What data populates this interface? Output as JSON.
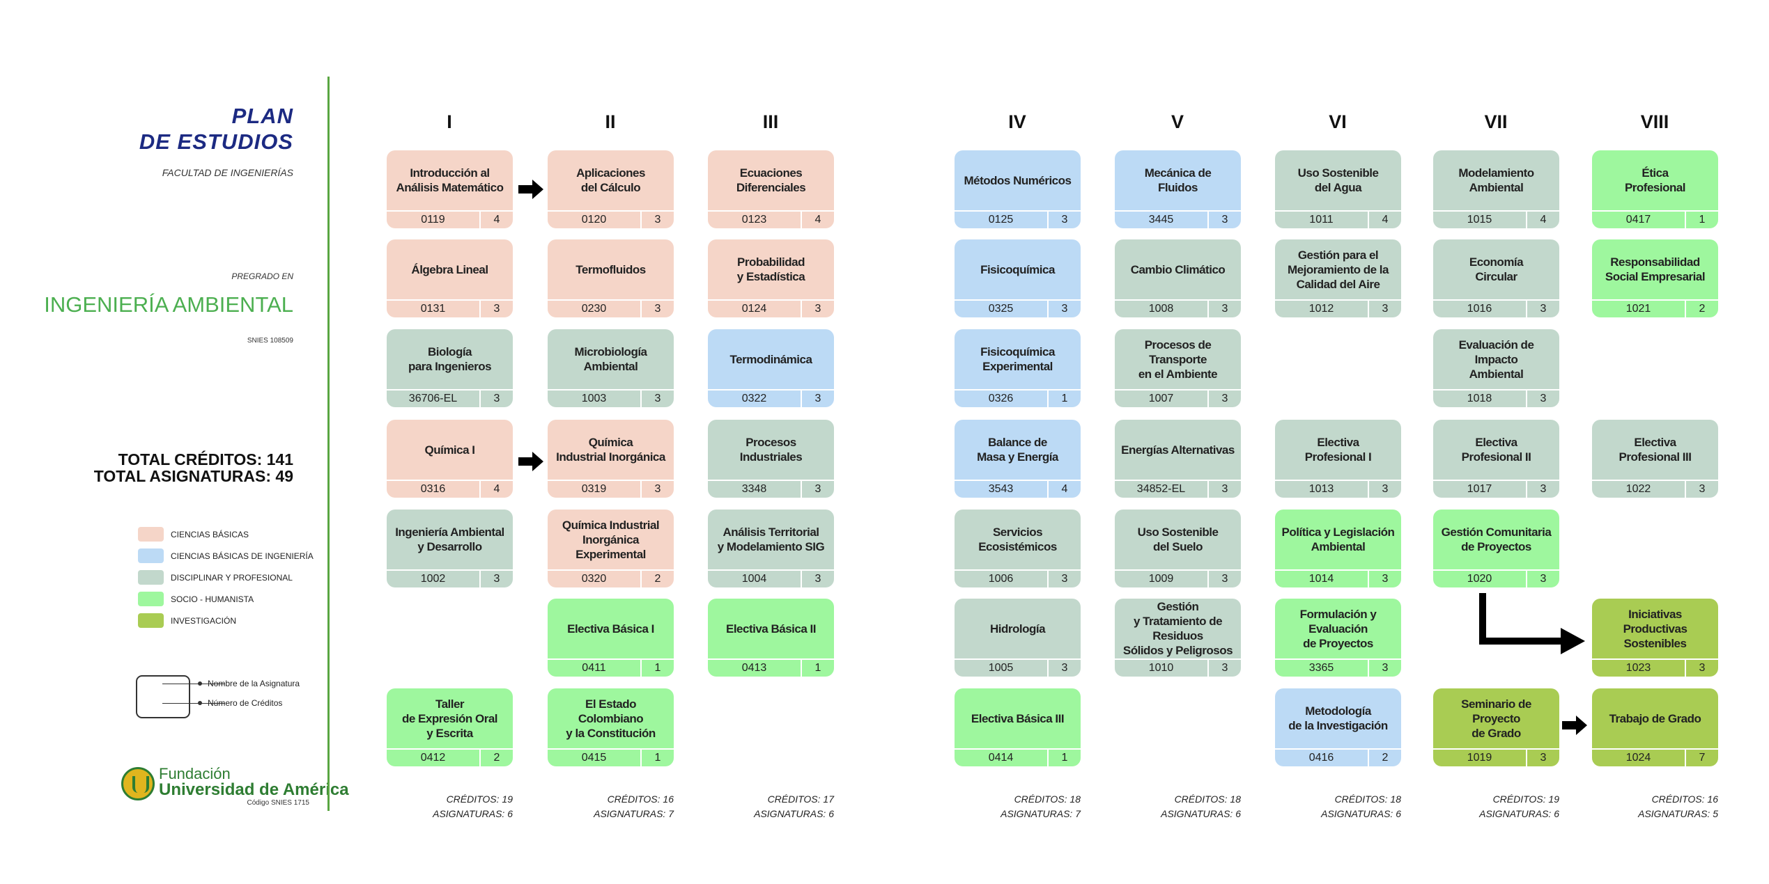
{
  "sidebar": {
    "plan_line1": "PLAN",
    "plan_line2": "DE ESTUDIOS",
    "faculty": "FACULTAD DE INGENIERÍAS",
    "pregrado": "PREGRADO EN",
    "program": "INGENIERÍA AMBIENTAL",
    "snies": "SNIES 108509",
    "total_credits": "TOTAL CRÉDITOS: 141",
    "total_subjects": "TOTAL ASIGNATURAS: 49",
    "legend": [
      {
        "label": "CIENCIAS BÁSICAS",
        "color": "#f5d5c8"
      },
      {
        "label": "CIENCIAS BÁSICAS DE INGENIERÍA",
        "color": "#bcdaf5"
      },
      {
        "label": "DISCIPLINAR Y PROFESIONAL",
        "color": "#c2d8cc"
      },
      {
        "label": "SOCIO - HUMANISTA",
        "color": "#9ef79e"
      },
      {
        "label": "INVESTIGACIÓN",
        "color": "#a9cc53"
      }
    ],
    "key_name": "Nombre de la Asignatura",
    "key_credits": "Número de Créditos",
    "logo_line1": "Fundación",
    "logo_line2": "Universidad de América",
    "logo_code": "Código SNIES 1715"
  },
  "colors": {
    "cb": "#f5d5c8",
    "cbi": "#bcdaf5",
    "dp": "#c2d8cc",
    "sh": "#9ef79e",
    "inv": "#a9cc53"
  },
  "semesters": [
    {
      "label": "I",
      "credits": "CRÉDITOS: 19",
      "subjects": "ASIGNATURAS: 6",
      "courses": [
        {
          "row": 0,
          "name": "Introducción al\nAnálisis Matemático",
          "code": "0119",
          "credits": "4",
          "cat": "cb"
        },
        {
          "row": 1,
          "name": "Álgebra Lineal",
          "code": "0131",
          "credits": "3",
          "cat": "cb"
        },
        {
          "row": 2,
          "name": "Biología\npara Ingenieros",
          "code": "36706-EL",
          "credits": "3",
          "cat": "dp"
        },
        {
          "row": 3,
          "name": "Química I",
          "code": "0316",
          "credits": "4",
          "cat": "cb"
        },
        {
          "row": 4,
          "name": "Ingeniería Ambiental\ny Desarrollo",
          "code": "1002",
          "credits": "3",
          "cat": "dp"
        },
        {
          "row": 6,
          "name": "Taller\nde Expresión Oral\ny Escrita",
          "code": "0412",
          "credits": "2",
          "cat": "sh"
        }
      ]
    },
    {
      "label": "II",
      "credits": "CRÉDITOS: 16",
      "subjects": "ASIGNATURAS: 7",
      "courses": [
        {
          "row": 0,
          "name": "Aplicaciones\ndel Cálculo",
          "code": "0120",
          "credits": "3",
          "cat": "cb"
        },
        {
          "row": 1,
          "name": "Termofluidos",
          "code": "0230",
          "credits": "3",
          "cat": "cb"
        },
        {
          "row": 2,
          "name": "Microbiología\nAmbiental",
          "code": "1003",
          "credits": "3",
          "cat": "dp"
        },
        {
          "row": 3,
          "name": "Química\nIndustrial Inorgánica",
          "code": "0319",
          "credits": "3",
          "cat": "cb"
        },
        {
          "row": 4,
          "name": "Química Industrial\nInorgánica Experimental",
          "code": "0320",
          "credits": "2",
          "cat": "cb"
        },
        {
          "row": 5,
          "name": "Electiva Básica I",
          "code": "0411",
          "credits": "1",
          "cat": "sh"
        },
        {
          "row": 6,
          "name": "El Estado Colombiano\ny la Constitución",
          "code": "0415",
          "credits": "1",
          "cat": "sh"
        }
      ]
    },
    {
      "label": "III",
      "credits": "CRÉDITOS: 17",
      "subjects": "ASIGNATURAS: 6",
      "courses": [
        {
          "row": 0,
          "name": "Ecuaciones\nDiferenciales",
          "code": "0123",
          "credits": "4",
          "cat": "cb"
        },
        {
          "row": 1,
          "name": "Probabilidad\ny Estadística",
          "code": "0124",
          "credits": "3",
          "cat": "cb"
        },
        {
          "row": 2,
          "name": "Termodinámica",
          "code": "0322",
          "credits": "3",
          "cat": "cbi"
        },
        {
          "row": 3,
          "name": "Procesos\nIndustriales",
          "code": "3348",
          "credits": "3",
          "cat": "dp"
        },
        {
          "row": 4,
          "name": "Análisis Territorial\ny Modelamiento SIG",
          "code": "1004",
          "credits": "3",
          "cat": "dp"
        },
        {
          "row": 5,
          "name": "Electiva Básica II",
          "code": "0413",
          "credits": "1",
          "cat": "sh"
        }
      ]
    },
    {
      "label": "IV",
      "credits": "CRÉDITOS: 18",
      "subjects": "ASIGNATURAS: 7",
      "courses": [
        {
          "row": 0,
          "name": "Métodos Numéricos",
          "code": "0125",
          "credits": "3",
          "cat": "cbi"
        },
        {
          "row": 1,
          "name": "Fisicoquímica",
          "code": "0325",
          "credits": "3",
          "cat": "cbi"
        },
        {
          "row": 2,
          "name": "Fisicoquímica\nExperimental",
          "code": "0326",
          "credits": "1",
          "cat": "cbi"
        },
        {
          "row": 3,
          "name": "Balance de\nMasa y Energía",
          "code": "3543",
          "credits": "4",
          "cat": "cbi"
        },
        {
          "row": 4,
          "name": "Servicios\nEcosistémicos",
          "code": "1006",
          "credits": "3",
          "cat": "dp"
        },
        {
          "row": 5,
          "name": "Hidrología",
          "code": "1005",
          "credits": "3",
          "cat": "dp"
        },
        {
          "row": 6,
          "name": "Electiva Básica III",
          "code": "0414",
          "credits": "1",
          "cat": "sh"
        }
      ]
    },
    {
      "label": "V",
      "credits": "CRÉDITOS: 18",
      "subjects": "ASIGNATURAS: 6",
      "courses": [
        {
          "row": 0,
          "name": "Mecánica de\nFluidos",
          "code": "3445",
          "credits": "3",
          "cat": "cbi"
        },
        {
          "row": 1,
          "name": "Cambio Climático",
          "code": "1008",
          "credits": "3",
          "cat": "dp"
        },
        {
          "row": 2,
          "name": "Procesos de Transporte\nen el Ambiente",
          "code": "1007",
          "credits": "3",
          "cat": "dp"
        },
        {
          "row": 3,
          "name": "Energías Alternativas",
          "code": "34852-EL",
          "credits": "3",
          "cat": "dp"
        },
        {
          "row": 4,
          "name": "Uso Sostenible\ndel Suelo",
          "code": "1009",
          "credits": "3",
          "cat": "dp"
        },
        {
          "row": 5,
          "name": "Gestión\ny Tratamiento de Residuos\nSólidos y Peligrosos",
          "code": "1010",
          "credits": "3",
          "cat": "dp"
        }
      ]
    },
    {
      "label": "VI",
      "credits": "CRÉDITOS: 18",
      "subjects": "ASIGNATURAS: 6",
      "courses": [
        {
          "row": 0,
          "name": "Uso Sostenible\ndel Agua",
          "code": "1011",
          "credits": "4",
          "cat": "dp"
        },
        {
          "row": 1,
          "name": "Gestión para el\nMejoramiento de la\nCalidad del Aire",
          "code": "1012",
          "credits": "3",
          "cat": "dp"
        },
        {
          "row": 3,
          "name": "Electiva\nProfesional  I",
          "code": "1013",
          "credits": "3",
          "cat": "dp"
        },
        {
          "row": 4,
          "name": "Política y Legislación\nAmbiental",
          "code": "1014",
          "credits": "3",
          "cat": "sh"
        },
        {
          "row": 5,
          "name": "Formulación y\nEvaluación\nde Proyectos",
          "code": "3365",
          "credits": "3",
          "cat": "sh"
        },
        {
          "row": 6,
          "name": "Metodología\nde la Investigación",
          "code": "0416",
          "credits": "2",
          "cat": "cbi"
        }
      ]
    },
    {
      "label": "VII",
      "credits": "CRÉDITOS: 19",
      "subjects": "ASIGNATURAS: 6",
      "courses": [
        {
          "row": 0,
          "name": "Modelamiento\nAmbiental",
          "code": "1015",
          "credits": "4",
          "cat": "dp"
        },
        {
          "row": 1,
          "name": "Economía\nCircular",
          "code": "1016",
          "credits": "3",
          "cat": "dp"
        },
        {
          "row": 2,
          "name": "Evaluación de Impacto\nAmbiental",
          "code": "1018",
          "credits": "3",
          "cat": "dp"
        },
        {
          "row": 3,
          "name": "Electiva\nProfesional  II",
          "code": "1017",
          "credits": "3",
          "cat": "dp"
        },
        {
          "row": 4,
          "name": "Gestión  Comunitaria\nde Proyectos",
          "code": "1020",
          "credits": "3",
          "cat": "sh"
        },
        {
          "row": 6,
          "name": "Seminario de Proyecto\nde Grado",
          "code": "1019",
          "credits": "3",
          "cat": "inv"
        }
      ]
    },
    {
      "label": "VIII",
      "credits": "CRÉDITOS: 16",
      "subjects": "ASIGNATURAS: 5",
      "courses": [
        {
          "row": 0,
          "name": "Ética\nProfesional",
          "code": "0417",
          "credits": "1",
          "cat": "sh"
        },
        {
          "row": 1,
          "name": "Responsabilidad\nSocial Empresarial",
          "code": "1021",
          "credits": "2",
          "cat": "sh"
        },
        {
          "row": 3,
          "name": "Electiva\nProfesional  III",
          "code": "1022",
          "credits": "3",
          "cat": "dp"
        },
        {
          "row": 5,
          "name": "Iniciativas\nProductivas Sostenibles",
          "code": "1023",
          "credits": "3",
          "cat": "inv"
        },
        {
          "row": 6,
          "name": "Trabajo de Grado",
          "code": "1024",
          "credits": "7",
          "cat": "inv"
        }
      ]
    }
  ]
}
